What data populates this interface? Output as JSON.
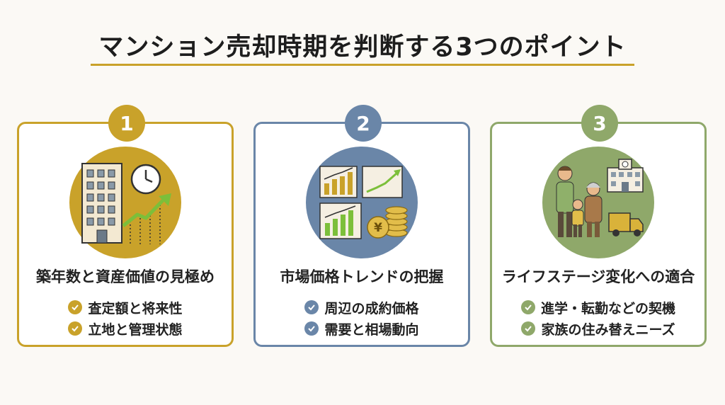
{
  "title": "マンション売却時期を判断する3つのポイント",
  "colors": {
    "gold": "#c9a22a",
    "blue": "#6a86a8",
    "green": "#8fa86a"
  },
  "cards": [
    {
      "number": "1",
      "heading": "築年数と資産価値の見極め",
      "icon": "building-clock-growth-icon",
      "points": [
        "査定額と将来性",
        "立地と管理状態"
      ]
    },
    {
      "number": "2",
      "heading": "市場価格トレンドの把握",
      "icon": "market-charts-coins-icon",
      "coin_symbol": "¥",
      "points": [
        "周辺の成約価格",
        "需要と相場動向"
      ]
    },
    {
      "number": "3",
      "heading": "ライフステージ変化への適合",
      "icon": "family-school-truck-icon",
      "points": [
        "進学・転勤などの契機",
        "家族の住み替えニーズ"
      ]
    }
  ]
}
